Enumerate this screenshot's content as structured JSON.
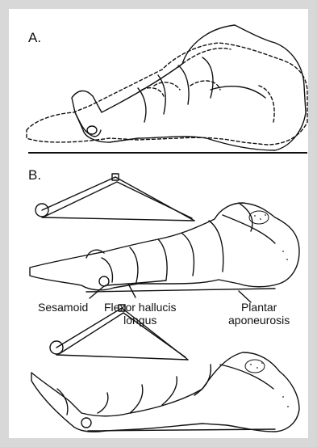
{
  "panel_a": {
    "label": "A."
  },
  "panel_b": {
    "label": "B.",
    "callouts": {
      "sesamoid": "Sesamoid",
      "flexor_line1": "Flexor hallucis",
      "flexor_line2": "longus",
      "plantar_line1": "Plantar",
      "plantar_line2": "aponeurosis"
    }
  }
}
